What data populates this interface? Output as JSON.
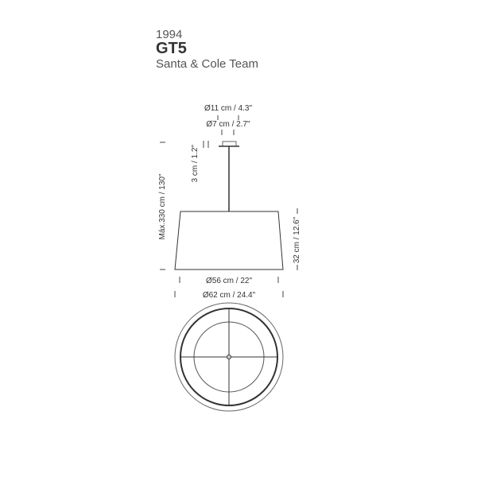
{
  "header": {
    "year": "1994",
    "model": "GT5",
    "designer": "Santa & Cole Team"
  },
  "dimensions": {
    "canopy_outer": "Ø11 cm / 4.3\"",
    "canopy_inner": "Ø7 cm / 2.7\"",
    "canopy_height": "3 cm / 1.2\"",
    "max_height": "Máx.330 cm / 130\"",
    "shade_height": "32 cm / 12.6\"",
    "shade_top_diameter": "Ø56 cm / 22\"",
    "shade_bottom_diameter": "Ø62 cm / 24.4\""
  }
}
